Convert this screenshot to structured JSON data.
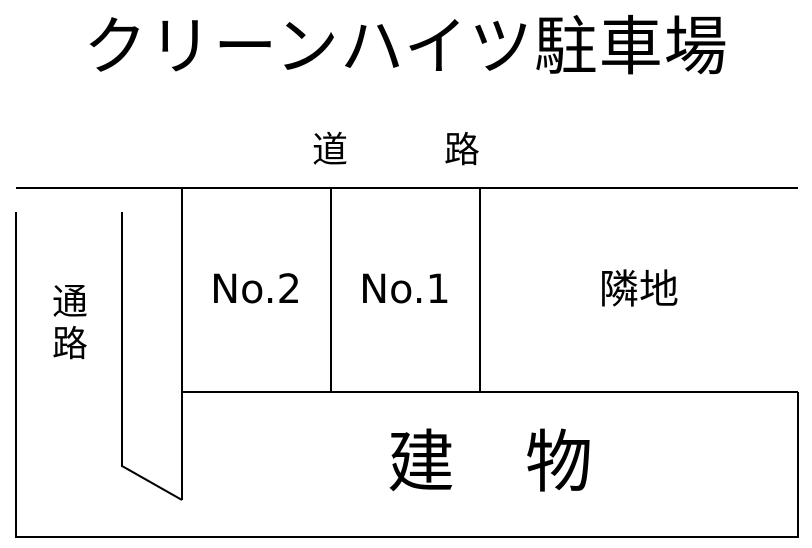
{
  "title": "クリーンハイツ駐車場",
  "road": "道　路",
  "passage": "通路",
  "spaces": [
    {
      "label": "No.2"
    },
    {
      "label": "No.1"
    }
  ],
  "neighbor": "隣地",
  "building": "建物"
}
